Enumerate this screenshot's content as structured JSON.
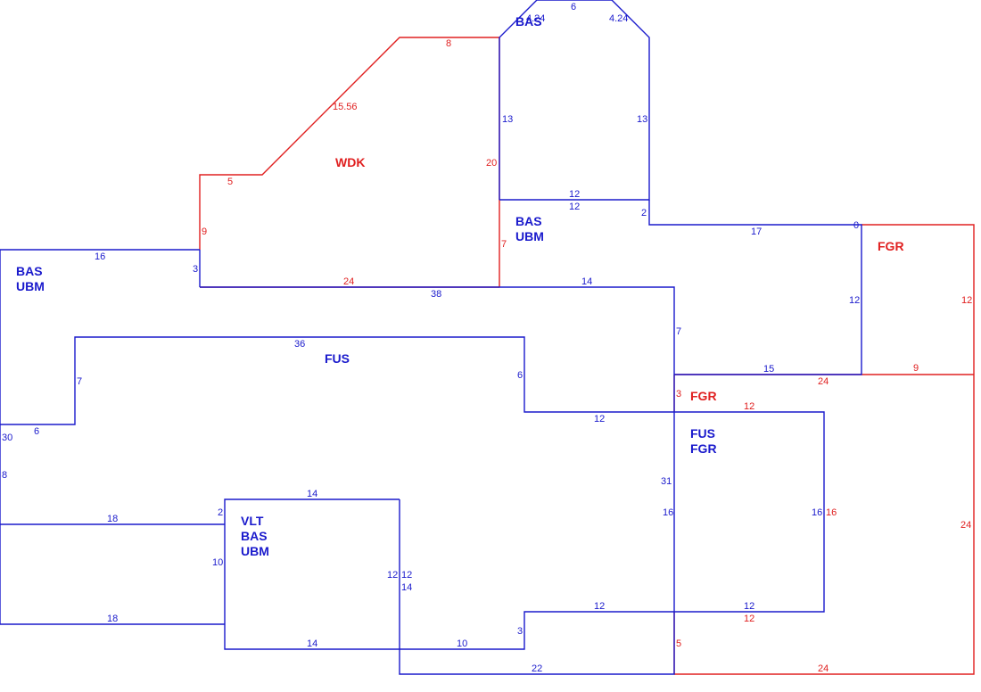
{
  "colors": {
    "blue": "#1a1acc",
    "red": "#e02020"
  },
  "areas": {
    "bas_top": [
      "BAS"
    ],
    "wdk": [
      "WDK"
    ],
    "bas_ubm_mid": [
      "BAS",
      "UBM"
    ],
    "bas_ubm_left": [
      "BAS",
      "UBM"
    ],
    "fgr_upper": [
      "FGR"
    ],
    "fus": [
      "FUS"
    ],
    "fgr_lower": [
      "FGR"
    ],
    "fus_fgr": [
      "FUS",
      "FGR"
    ],
    "vlt": [
      "VLT",
      "BAS",
      "UBM"
    ]
  },
  "dimensions": {
    "top_left_diag": "4.24",
    "top_edge": "6",
    "top_right_diag": "4.24",
    "wdk_top": "8",
    "wdk_diag": "15.56",
    "wdk_right": "20",
    "wdk_step": "5",
    "wdk_left": "9",
    "wdk_bottom": "24",
    "bas_left_side": "13",
    "bas_right_side": "13",
    "bas_bottom_upper": "12",
    "bas_bottom_lower": "12",
    "mid_right_step": "2",
    "mid_left": "7",
    "mid_top_run": "17",
    "zero_mark": "0",
    "fgr_left": "12",
    "fgr_right": "12",
    "fgr_bottom_blue": "15",
    "fgr_bottom_red": "24",
    "fgr_bottom_right": "9",
    "left_top": "16",
    "left_step": "3",
    "main_top": "38",
    "mid_bottom": "14",
    "right_drop": "7",
    "fus_top": "36",
    "fus_right": "6",
    "fus_left": "7",
    "fus_bottom": "12",
    "left_outer": "30",
    "left_step_run": "6",
    "left_eight": "8",
    "red_three": "3",
    "fgr_lower_top": "12",
    "lower_right_wall": "31",
    "inner_16_blue": "16",
    "fus_fgr_right_blue": "16",
    "fus_fgr_right_red": "16",
    "outer_red_right": "24",
    "vlt_top": "14",
    "left_run_18_top": "18",
    "vlt_step_2": "2",
    "vlt_left": "10",
    "vlt_right_a": "12",
    "vlt_right_b": "12",
    "vlt_right_c": "14",
    "left_run_18_bottom": "18",
    "vlt_bottom": "14",
    "low_run_10": "10",
    "low_step_3": "3",
    "low_run_12": "12",
    "fus_fgr_bottom_blue": "12",
    "fus_fgr_bottom_red": "12",
    "bottom_22": "22",
    "red_five": "5",
    "red_bottom_24": "24"
  }
}
